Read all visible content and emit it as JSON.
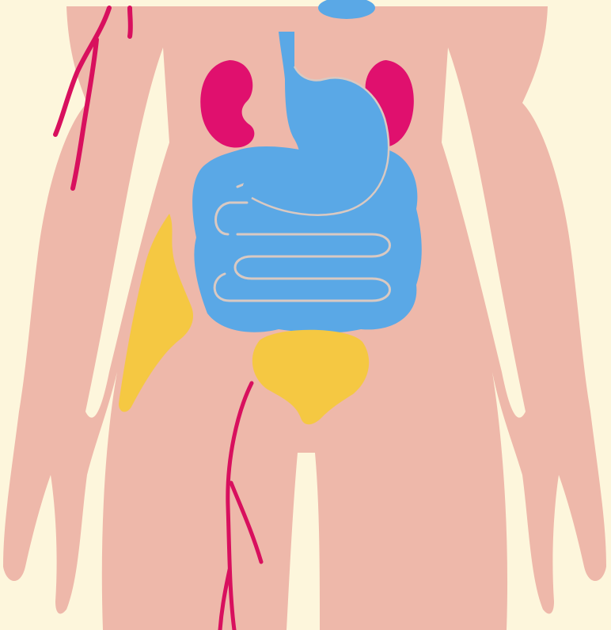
{
  "diagram": {
    "colors": {
      "background": "#fdf6dc",
      "body": "#eeb8aa",
      "digestive": "#5aa8e6",
      "digestive_outline": "#d9c9c2",
      "kidneys": "#e0106e",
      "vessels": "#d8105e",
      "yellow_organs": "#f5c842"
    },
    "parts": [
      {
        "id": "torso-silhouette",
        "icon": "body-silhouette"
      },
      {
        "id": "stomach",
        "icon": "stomach-icon"
      },
      {
        "id": "intestines",
        "icon": "intestines-icon"
      },
      {
        "id": "kidney-left",
        "icon": "kidney-icon"
      },
      {
        "id": "kidney-right",
        "icon": "kidney-icon"
      },
      {
        "id": "bladder",
        "icon": "bladder-icon"
      },
      {
        "id": "pelvic-bone",
        "icon": "bone-icon"
      },
      {
        "id": "arm-vessels",
        "icon": "blood-vessel-icon"
      },
      {
        "id": "leg-vessels",
        "icon": "blood-vessel-icon"
      },
      {
        "id": "neck-organ",
        "icon": "organ-icon"
      }
    ]
  }
}
